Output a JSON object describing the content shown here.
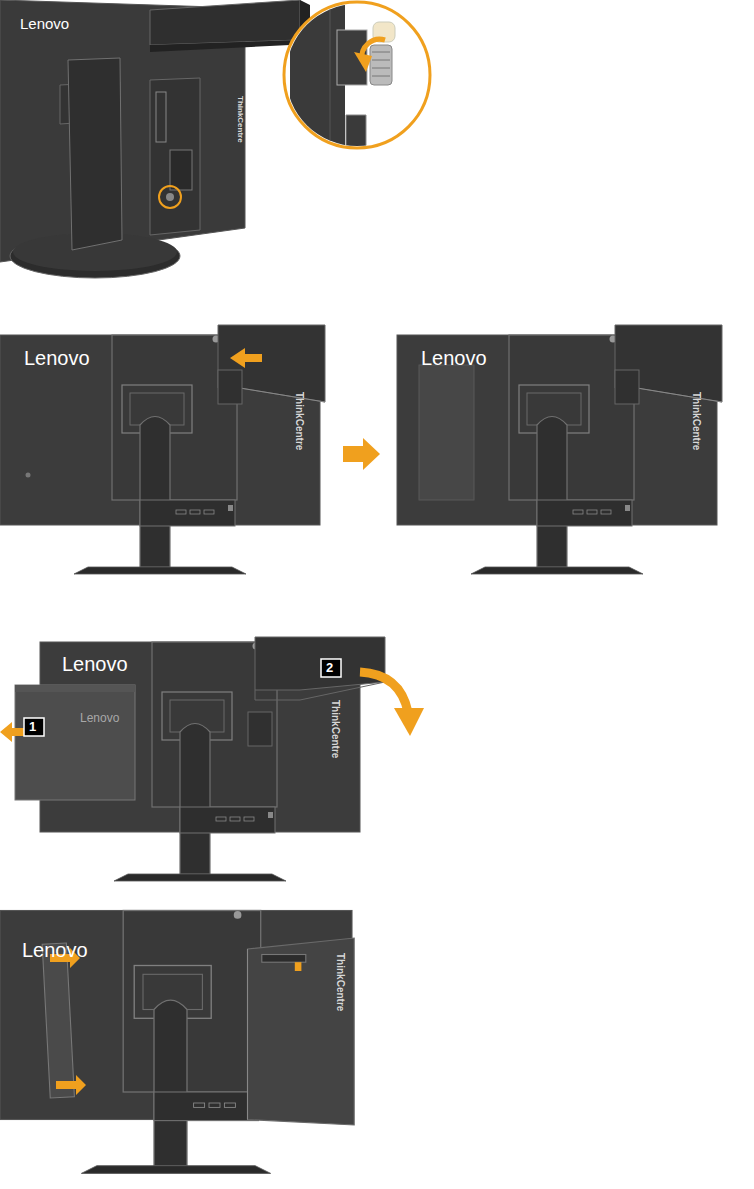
{
  "diagram": {
    "labels": [
      "Lenovo",
      "ThinkCentre",
      "Lenovo",
      "ThinkCentre",
      "Lenovo",
      "ThinkCentre",
      "Lenovo",
      "Lenovo",
      "ThinkCentre",
      "1",
      "2",
      "Lenovo",
      "ThinkCentre"
    ]
  }
}
